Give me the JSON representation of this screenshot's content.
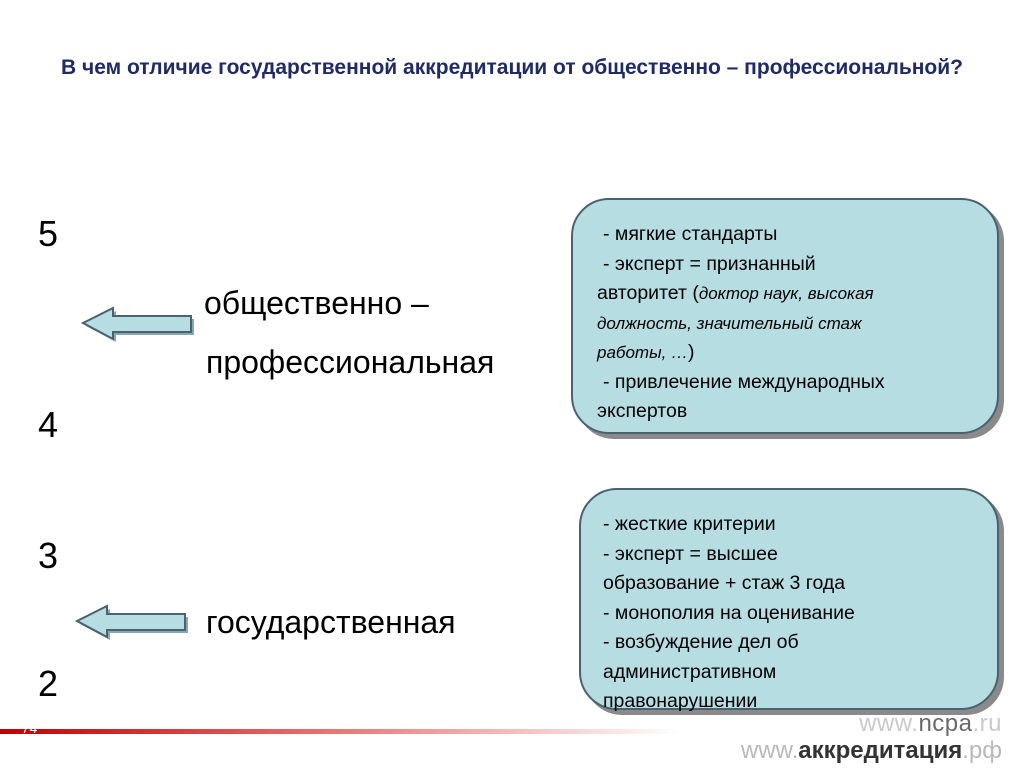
{
  "title": "В чем отличие государственной аккредитации от общественно – профессиональной?",
  "scale": [
    "5",
    "4",
    "3",
    "2"
  ],
  "labels": {
    "public_line1": "общественно –",
    "public_line2": "профессиональная",
    "state": "государственная"
  },
  "public_box": {
    "item1": "- мягкие стандарты",
    "item2": "- эксперт = признанный",
    "item2b_prefix": "авторитет (",
    "item2b_italic": "доктор наук, высокая",
    "item2c_italic": "должность, значительный стаж",
    "item2d_italic": "работы, …",
    "item2d_suffix": ")",
    "item3": "- привлечение международных",
    "item3b": "экспертов"
  },
  "state_box": {
    "lines": [
      "- жесткие критерии",
      "- эксперт = высшее",
      "образование + стаж 3 года",
      "- монополия на оценивание",
      "- возбуждение дел об",
      "административном",
      "правонарушении"
    ]
  },
  "footer": {
    "slide_number": "74",
    "url1_prefix": "www.",
    "url1_domain": "ncpa",
    "url1_tld": ".ru",
    "url2_prefix": "www.",
    "url2_domain": "аккредитация",
    "url2_tld": ".рф"
  },
  "colors": {
    "title": "#1f2a6b",
    "callout_fill": "#b6dde2",
    "callout_border": "#4a6270",
    "arrow_fill": "#b6dde2",
    "footer_red": "#c00000"
  }
}
